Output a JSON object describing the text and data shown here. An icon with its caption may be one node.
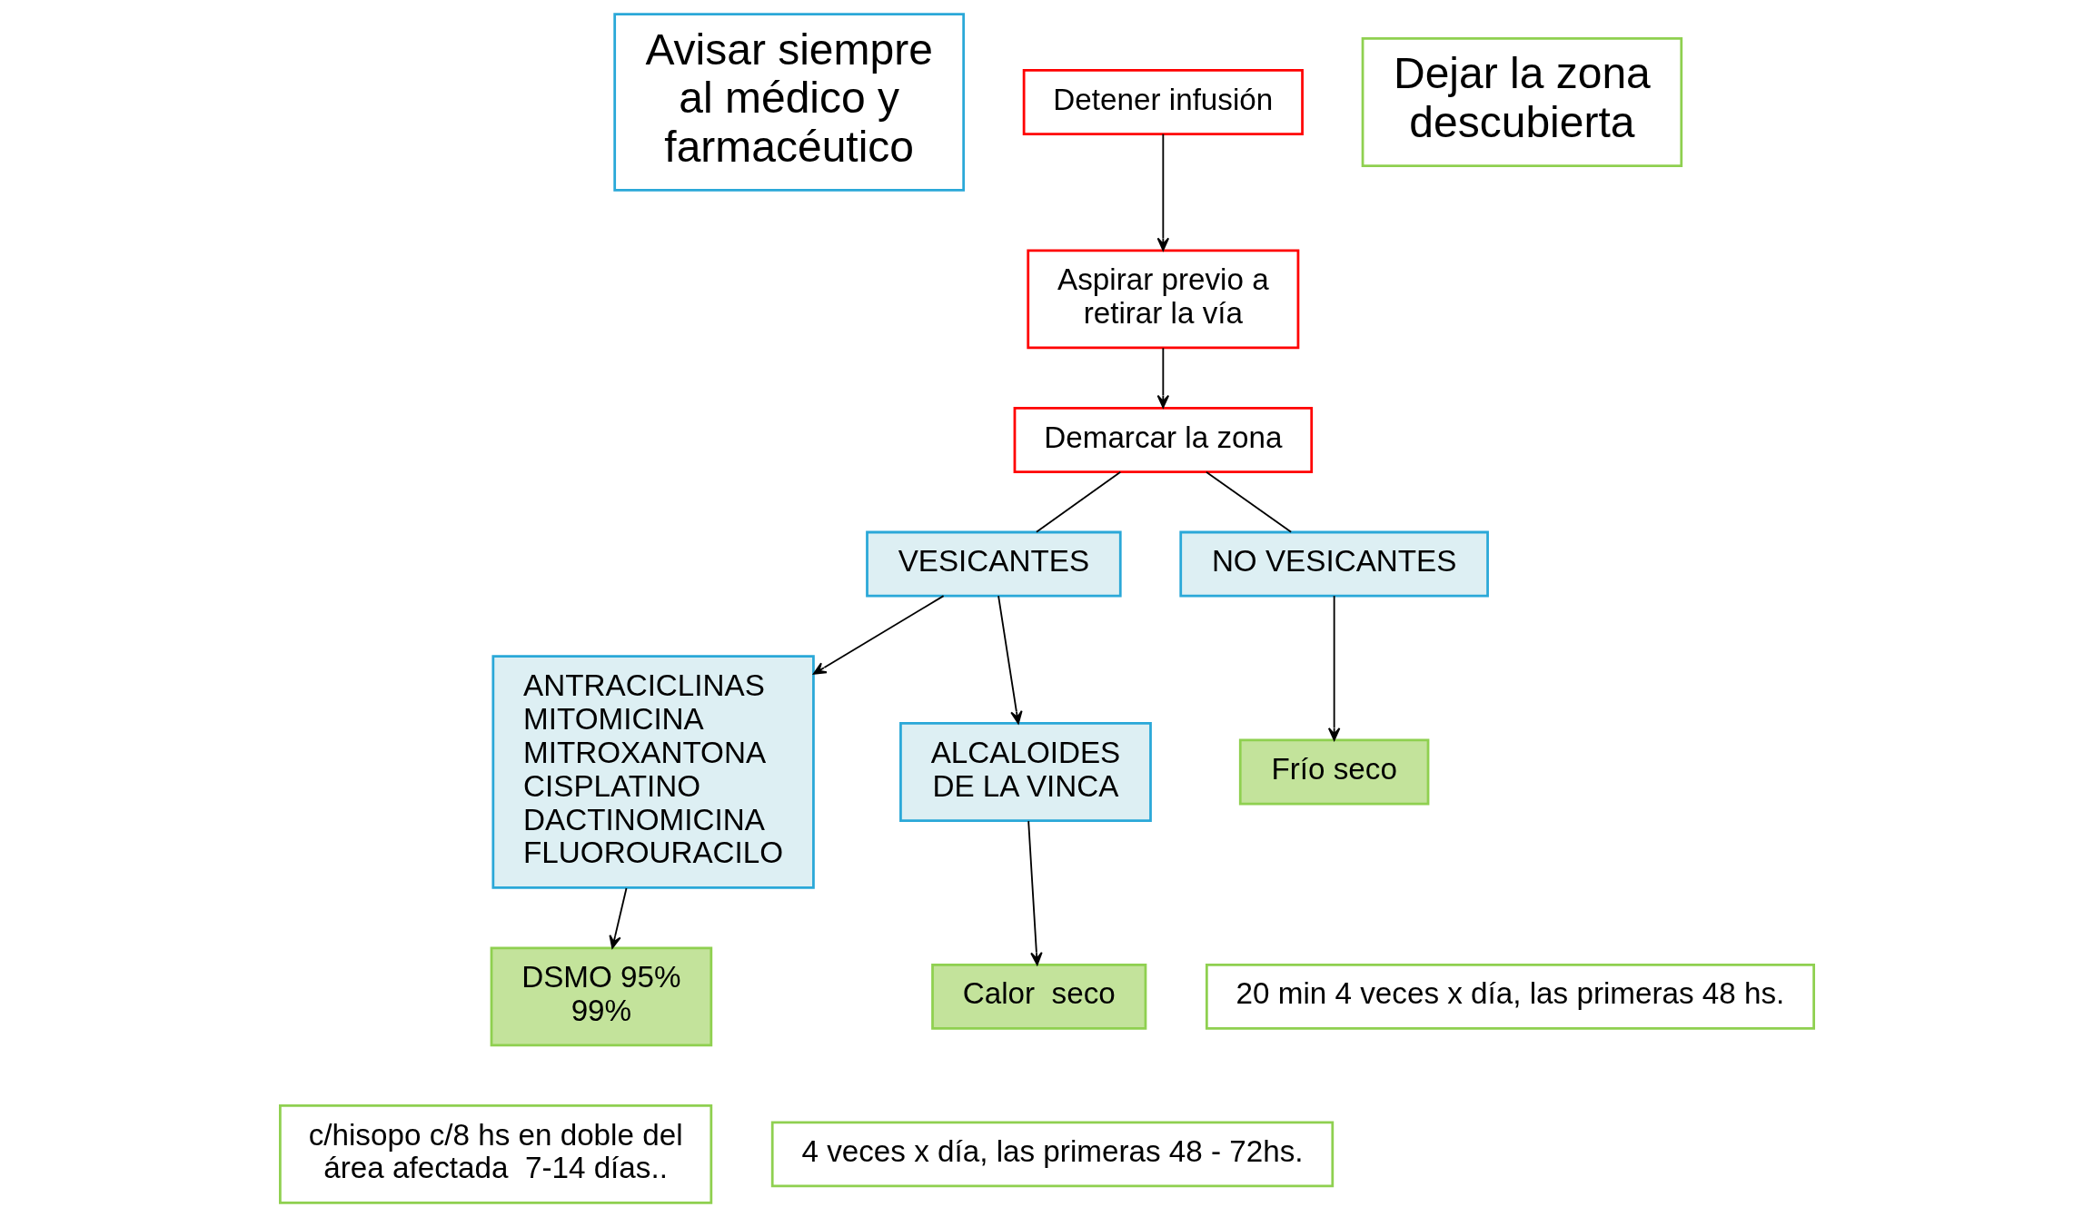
{
  "diagram": {
    "nodes": [
      {
        "text": [
          "Avisar siempre al médico y farmacéutico"
        ]
      },
      {
        "text": [
          "Detener infusión"
        ]
      },
      {
        "text": [
          "Aspirar previo a retirar la vía"
        ]
      },
      {
        "text": [
          "Demarcar la zona"
        ]
      },
      {
        "text": [
          "Dejar la zona descubierta"
        ]
      },
      {
        "text": [
          "VESICANTES"
        ]
      },
      {
        "text": [
          "NO VESICANTES"
        ]
      },
      {
        "text": [
          "ANTRACICLINAS",
          "MITOMICINA",
          "MITROXANTONA",
          "CISPLATINO",
          "DACTINOMICINA",
          "FLUOROURACILO"
        ]
      },
      {
        "text": [
          "ALCALOIDES DE LA VINCA"
        ]
      },
      {
        "text": [
          "Frío seco"
        ]
      },
      {
        "text": [
          "DSMO 95% 99%"
        ]
      },
      {
        "text": [
          "Calor  seco"
        ]
      },
      {
        "text": [
          "20 min 4 veces x día, las primeras 48 hs."
        ]
      },
      {
        "text": [
          "c/hisopo c/8 hs en doble del área afectada  7-14 días.."
        ]
      },
      {
        "text": [
          "4 veces x día, las primeras 48 - 72hs."
        ]
      }
    ],
    "edges": [
      {
        "from": 1,
        "to": 2,
        "arrow": "to"
      },
      {
        "from": 2,
        "to": 3,
        "arrow": "to"
      },
      {
        "from": 3,
        "to": 5,
        "arrow": "none"
      },
      {
        "from": 3,
        "to": 6,
        "arrow": "none"
      },
      {
        "from": 5,
        "to": 7,
        "arrow": "to"
      },
      {
        "from": 5,
        "to": 8,
        "arrow": "to"
      },
      {
        "from": 6,
        "to": 9,
        "arrow": "to"
      },
      {
        "from": 7,
        "to": 10,
        "arrow": "to"
      },
      {
        "from": 8,
        "to": 11,
        "arrow": "to"
      }
    ]
  }
}
